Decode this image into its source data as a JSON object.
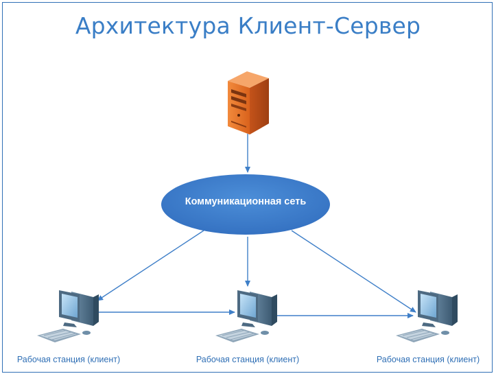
{
  "title": "Архитектура Клиент-Сервер",
  "server": {
    "icon": "server-icon"
  },
  "network": {
    "label": "Коммуникационная сеть"
  },
  "workstations": [
    {
      "label": "Рабочая станция (клиент)",
      "icon": "computer-icon"
    },
    {
      "label": "Рабочая станция (клиент)",
      "icon": "computer-icon"
    },
    {
      "label": "Рабочая станция (клиент)",
      "icon": "computer-icon"
    }
  ],
  "colors": {
    "title": "#3a7ec6",
    "network_fill": "#3f7fd0",
    "arrow": "#3f7fc8",
    "server": "#e9702a",
    "label": "#2f6fb5"
  }
}
